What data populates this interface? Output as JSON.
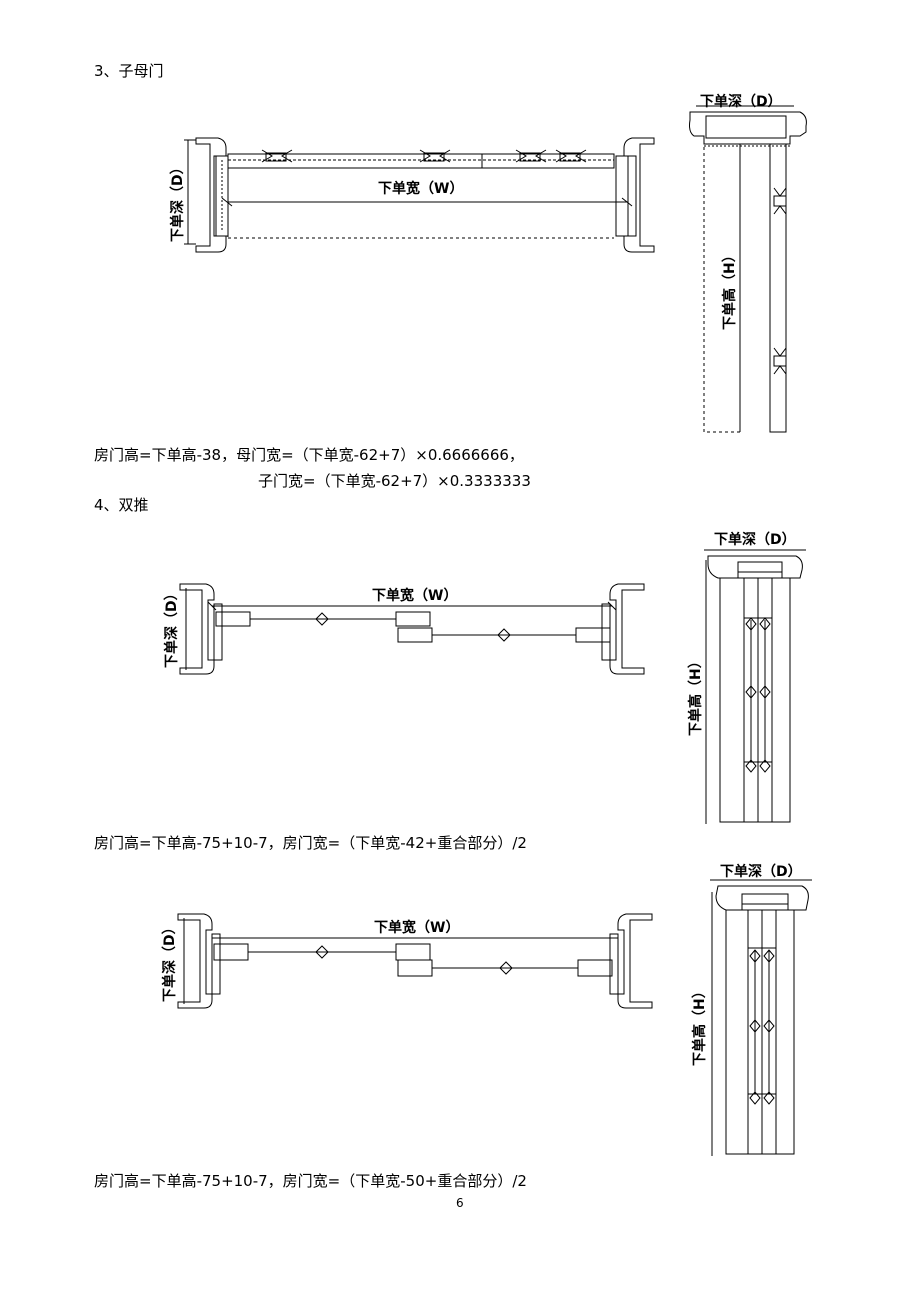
{
  "sections": [
    {
      "heading": "3、子母门",
      "plan_label_width": "下单宽（W）",
      "plan_label_depth": "下单深（D）",
      "side_label_depth": "下单深（D）",
      "side_label_height": "下单高（H）",
      "formula_line1": "房门高=下单高-38，母门宽=（下单宽-62+7）×0.6666666，",
      "formula_line2": "子门宽=（下单宽-62+7）×0.3333333"
    },
    {
      "heading": "4、双推",
      "plan_label_width": "下单宽（W）",
      "plan_label_depth": "下单深（D）",
      "side_label_depth": "下单深（D）",
      "side_label_height": "下单高（H）",
      "formula_line1": "房门高=下单高-75+10-7，房门宽=（下单宽-42+重合部分）/2"
    },
    {
      "plan_label_width": "下单宽（W）",
      "plan_label_depth": "下单深（D）",
      "side_label_depth": "下单深（D）",
      "side_label_height": "下单高（H）",
      "formula_line1": "房门高=下单高-75+10-7，房门宽=（下单宽-50+重合部分）/2"
    }
  ],
  "page_number": "6"
}
